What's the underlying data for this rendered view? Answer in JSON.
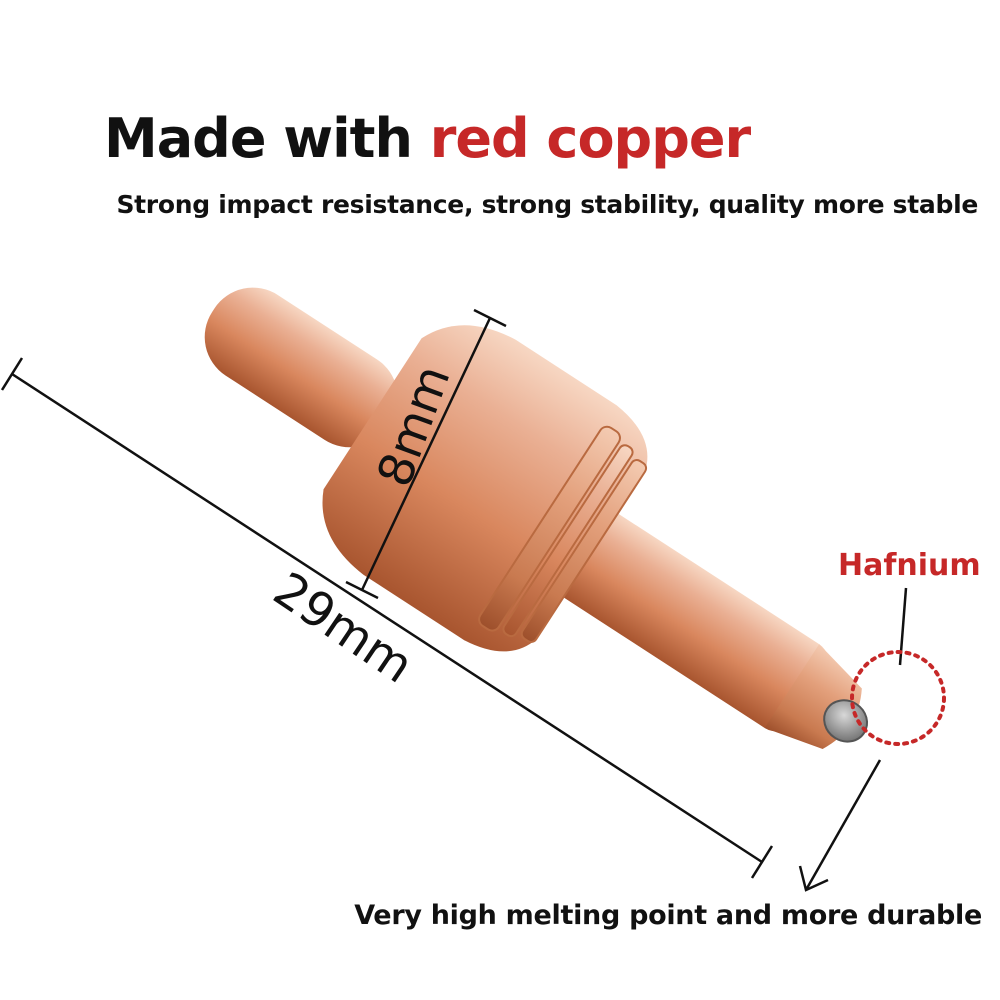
{
  "headline": {
    "part1": "Made with ",
    "part2": "red copper"
  },
  "subline": "Strong impact resistance, strong stability, quality more stable",
  "labels": {
    "diameter": "8mm",
    "length": "29mm",
    "tip_material": "Hafnium"
  },
  "footer": "Very high melting point and more durable",
  "colors": {
    "accent_red": "#c62828",
    "copper_light": "#f2c2a5",
    "copper_mid": "#d9875e",
    "copper_dark": "#a8552f",
    "text": "#111111"
  }
}
